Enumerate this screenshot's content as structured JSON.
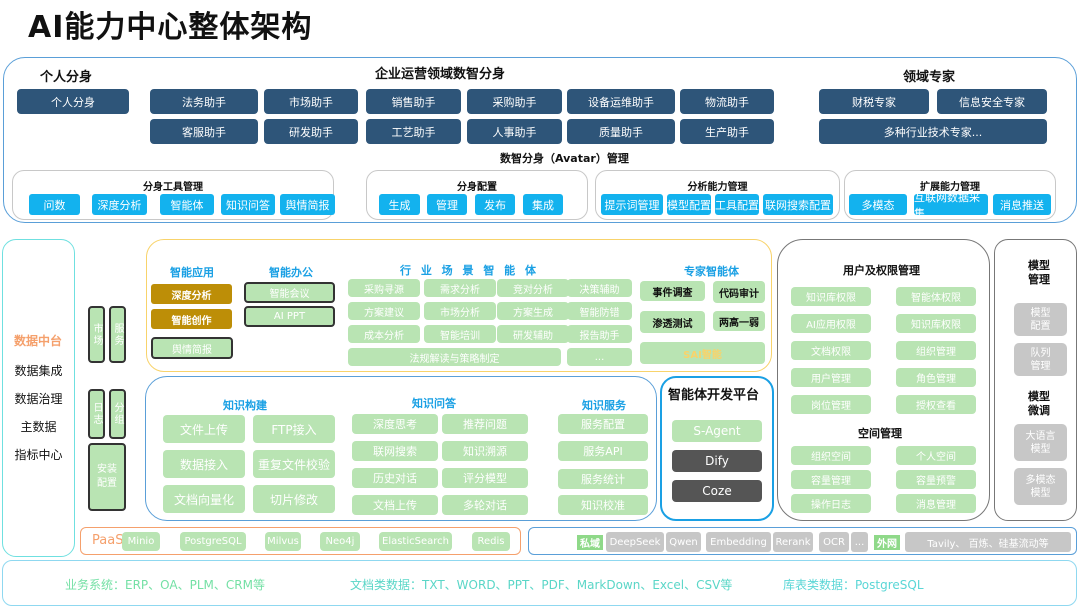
{
  "title": "AI能力中心整体架构",
  "colors": {
    "navy": "#2e5579",
    "cyan": "#13b2ee",
    "green": "#b9e4b3",
    "gold": "#bd8e07",
    "blue_heading": "#1aa0e4",
    "orange": "#f5a06c",
    "gray": "#c7c7c7"
  },
  "top": {
    "personal": {
      "heading": "个人分身",
      "item": "个人分身"
    },
    "enterprise": {
      "heading": "企业运营领域数智分身",
      "items": [
        "法务助手",
        "市场助手",
        "销售助手",
        "采购助手",
        "设备运维助手",
        "物流助手",
        "客服助手",
        "研发助手",
        "工艺助手",
        "人事助手",
        "质量助手",
        "生产助手"
      ]
    },
    "experts": {
      "heading": "领域专家",
      "items": [
        "财税专家",
        "信息安全专家",
        "多种行业技术专家..."
      ]
    },
    "avatar_mgmt": "数智分身（Avatar）管理",
    "groups": [
      {
        "title": "分身工具管理",
        "items": [
          "问数",
          "深度分析",
          "智能体",
          "知识问答",
          "舆情简报"
        ]
      },
      {
        "title": "分身配置",
        "items": [
          "生成",
          "管理",
          "发布",
          "集成"
        ]
      },
      {
        "title": "分析能力管理",
        "items": [
          "提示词管理",
          "模型配置",
          "工具配置",
          "联网搜索配置"
        ]
      },
      {
        "title": "扩展能力管理",
        "items": [
          "多模态",
          "互联网数据采集",
          "消息推送"
        ]
      }
    ]
  },
  "data_platform": {
    "heading": "数据中台",
    "items": [
      "数据集成",
      "数据治理",
      "主数据",
      "指标中心"
    ]
  },
  "side_tools": {
    "market": "市场",
    "service": "服务",
    "log": "日志",
    "group": "分组",
    "install": "安装配置"
  },
  "apps": {
    "smart_app": {
      "heading": "智能应用",
      "items": [
        "深度分析",
        "智能创作",
        "舆情简报"
      ]
    },
    "smart_office": {
      "heading": "智能办公",
      "items": [
        "智能会议",
        "AI PPT"
      ]
    },
    "industry": {
      "heading": "行 业 场 景 智 能 体",
      "items": [
        "采购寻源",
        "需求分析",
        "竞对分析",
        "决策辅助",
        "方案建议",
        "市场分析",
        "方案生成",
        "智能防错",
        "成本分析",
        "智能培训",
        "研发辅助",
        "报告助手"
      ],
      "wide": "法规解读与策略制定",
      "more": "..."
    },
    "expert_agent": {
      "heading": "专家智能体",
      "items": [
        "事件调查",
        "代码审计",
        "渗透测试",
        "两高一弱"
      ],
      "wide": "SAI智能"
    }
  },
  "knowledge": {
    "build": {
      "heading": "知识构建",
      "items": [
        "文件上传",
        "FTP接入",
        "数据接入",
        "重复文件校验",
        "文档向量化",
        "切片修改"
      ]
    },
    "qa": {
      "heading": "知识问答",
      "items": [
        "深度思考",
        "推荐问题",
        "联网搜索",
        "知识溯源",
        "历史对话",
        "评分模型",
        "文档上传",
        "多轮对话"
      ]
    },
    "service": {
      "heading": "知识服务",
      "items": [
        "服务配置",
        "服务API",
        "服务统计",
        "知识校准"
      ]
    }
  },
  "agent_platform": {
    "heading": "智能体开发平台",
    "items": [
      "S-Agent",
      "Dify",
      "Coze"
    ]
  },
  "user_perm": {
    "heading": "用户及权限管理",
    "items": [
      "知识库权限",
      "智能体权限",
      "AI应用权限",
      "知识库权限",
      "文档权限",
      "组织管理",
      "用户管理",
      "角色管理",
      "岗位管理",
      "授权查看"
    ],
    "space_heading": "空间管理",
    "space_items": [
      "组织空间",
      "个人空间",
      "容量管理",
      "容量预警",
      "操作日志",
      "消息管理"
    ]
  },
  "model_mgmt": {
    "heading": "模型管理",
    "items": [
      "模型配置",
      "队列管理"
    ],
    "tune_heading": "模型微调",
    "tune_items": [
      "大语言模型",
      "多模态模型"
    ]
  },
  "paas": {
    "label": "PaaS",
    "items": [
      "Minio",
      "PostgreSQL",
      "Milvus",
      "Neo4j",
      "ElasticSearch",
      "Redis"
    ]
  },
  "models": {
    "private_label": "私域",
    "private": [
      "DeepSeek",
      "Qwen",
      "Embedding",
      "Rerank",
      "OCR",
      "..."
    ],
    "public_label": "外网",
    "public": "Tavily、 百炼、硅基流动等"
  },
  "sources": [
    "业务系统：ERP、OA、PLM、CRM等",
    "文档类数据：TXT、WORD、PPT、PDF、MarkDown、Excel、CSV等",
    "库表类数据：PostgreSQL"
  ]
}
